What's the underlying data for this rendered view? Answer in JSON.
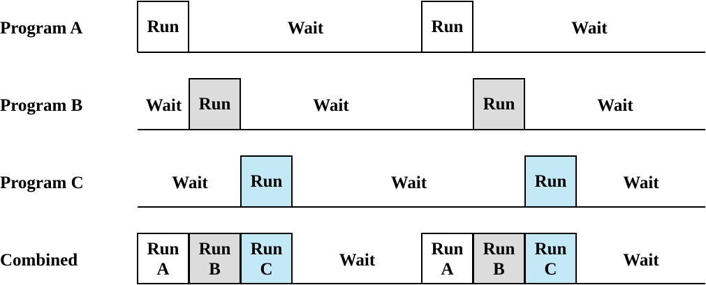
{
  "rows": {
    "a": {
      "label": "Program A",
      "run1": "Run",
      "wait1": "Wait",
      "run2": "Run",
      "wait2": "Wait"
    },
    "b": {
      "label": "Program B",
      "wait0": "Wait",
      "run1": "Run",
      "wait1": "Wait",
      "run2": "Run",
      "wait2": "Wait"
    },
    "c": {
      "label": "Program C",
      "wait0": "Wait",
      "run1": "Run",
      "wait1": "Wait",
      "run2": "Run",
      "wait2": "Wait"
    },
    "combined": {
      "label": "Combined",
      "run_word": "Run",
      "a": "A",
      "b": "B",
      "c": "C",
      "wait1": "Wait",
      "wait2": "Wait"
    }
  },
  "colors": {
    "program_a": "#ffffff",
    "program_b": "#dcdcdc",
    "program_c": "#c3e8f6"
  }
}
